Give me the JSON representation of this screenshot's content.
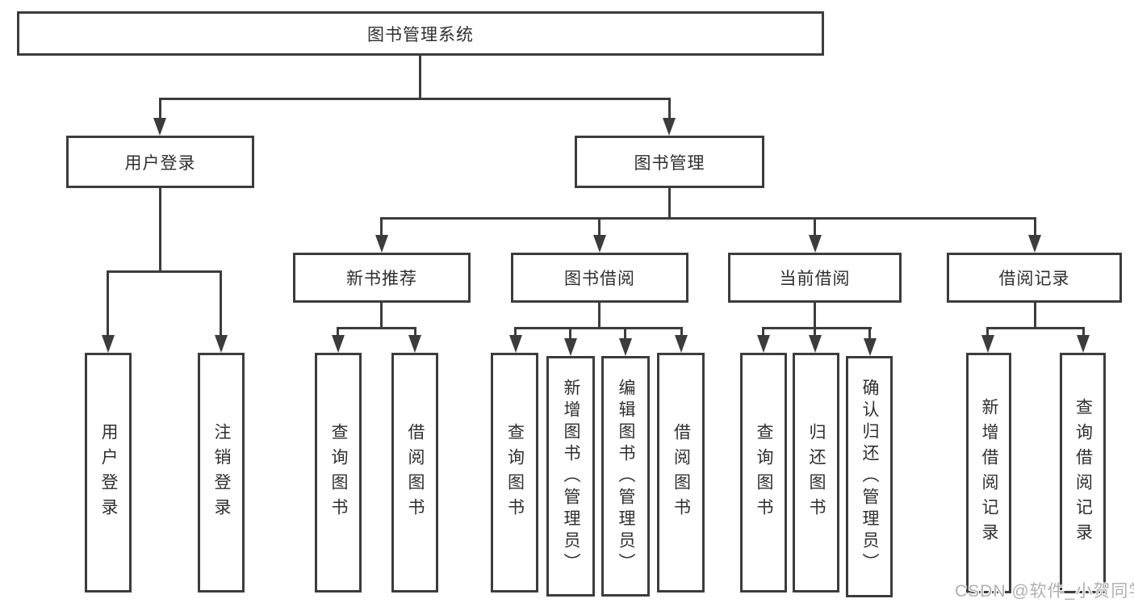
{
  "colors": {
    "line": "#3c3c3c",
    "box_border": "#3c3c3c",
    "text": "#2f2f2f",
    "watermark": "#b0b0b0",
    "background": "#ffffff"
  },
  "watermark": "CSDN @软件_小贺同学",
  "nodes": {
    "root": "图书管理系统",
    "user_login": "用户登录",
    "book_mgmt": "图书管理",
    "new_book_recommend": "新书推荐",
    "book_borrow": "图书借阅",
    "current_borrow": "当前借阅",
    "borrow_records": "借阅记录",
    "leaf_user_login": "用户登录",
    "leaf_logout": "注销登录",
    "leaf_nb_query_books": "查询图书",
    "leaf_nb_borrow_books": "借阅图书",
    "leaf_bb_query_books": "查询图书",
    "leaf_bb_add_books": "新增图书（管理员）",
    "leaf_bb_edit_books": "编辑图书（管理员）",
    "leaf_bb_borrow_books": "借阅图书",
    "leaf_cb_query_books": "查询图书",
    "leaf_cb_return_books": "归还图书",
    "leaf_cb_confirm_return": "确认归还（管理员）",
    "leaf_br_add_record": "新增借阅记录",
    "leaf_br_query_record": "查询借阅记录"
  },
  "hierarchy": {
    "图书管理系统": {
      "用户登录": [
        "用户登录",
        "注销登录"
      ],
      "图书管理": {
        "新书推荐": [
          "查询图书",
          "借阅图书"
        ],
        "图书借阅": [
          "查询图书",
          "新增图书（管理员）",
          "编辑图书（管理员）",
          "借阅图书"
        ],
        "当前借阅": [
          "查询图书",
          "归还图书",
          "确认归还（管理员）"
        ],
        "借阅记录": [
          "新增借阅记录",
          "查询借阅记录"
        ]
      }
    }
  }
}
